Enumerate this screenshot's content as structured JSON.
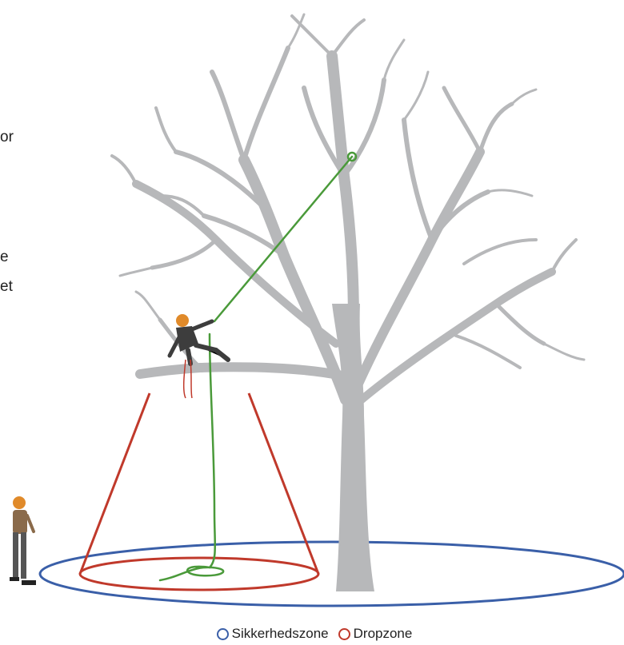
{
  "text_fragments": [
    "or",
    "e",
    "et"
  ],
  "legend": [
    {
      "label": "Sikkerhedszone",
      "color": "#3a5fa8"
    },
    {
      "label": "Dropzone",
      "color": "#c0392b"
    }
  ],
  "colors": {
    "tree": "#b7b8ba",
    "rope": "#4a9a3a",
    "safety_zone": "#3a5fa8",
    "drop_zone": "#c0392b",
    "climber_helmet": "#e08a2a",
    "climber_clothing": "#3d3d3d",
    "ground_person_shirt": "#8a6a4a"
  }
}
